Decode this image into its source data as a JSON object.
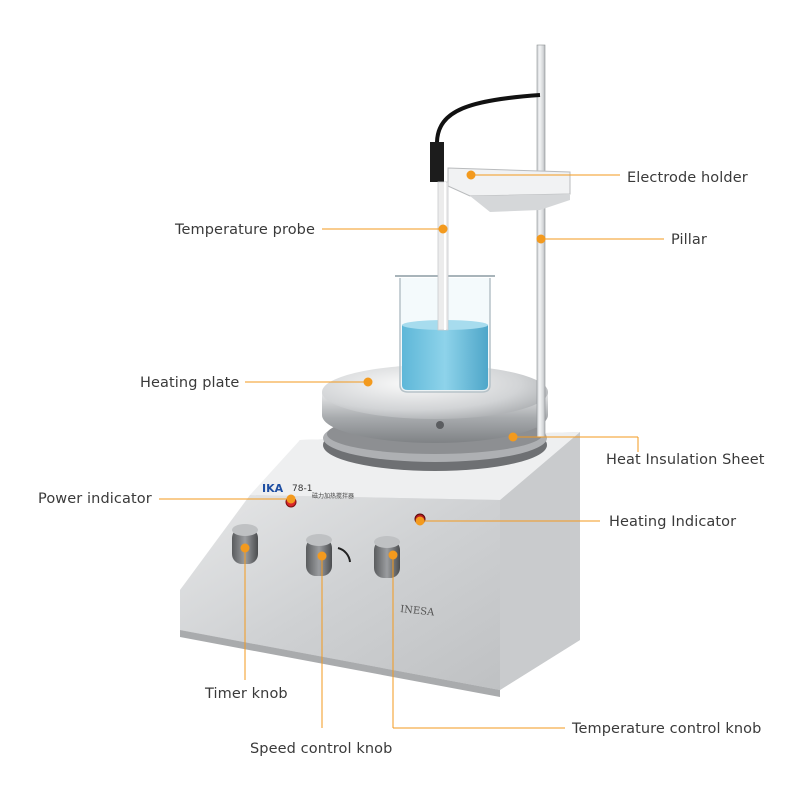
{
  "colors": {
    "accent": "#f39a1e",
    "label_text": "#3a3a3a",
    "liquid": "#6fc3e0"
  },
  "device_text": {
    "brand": "IKA",
    "model": "78-1",
    "sub": "磁力加热搅拌器",
    "maker": "INESA"
  },
  "labels": {
    "electrode_holder": "Electrode holder",
    "temperature_probe": "Temperature probe",
    "pillar": "Pillar",
    "heating_plate": "Heating plate",
    "heat_insulation_sheet": "Heat Insulation Sheet",
    "power_indicator": "Power indicator",
    "heating_indicator": "Heating Indicator",
    "timer_knob": "Timer knob",
    "speed_control_knob": "Speed control knob",
    "temperature_control_knob": "Temperature control knob"
  }
}
